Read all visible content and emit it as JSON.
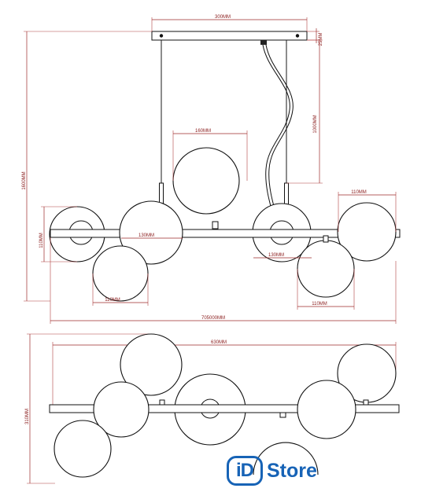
{
  "top_view": {
    "canopy_width": "300MM",
    "canopy_height": "25MM",
    "cable_length": "1000MM",
    "total_height": "1600MM",
    "large_globe_diameter": "160MM",
    "globe_diameter_right_top": "110MM",
    "globe_diameter_left": "110MM",
    "globe_diameter_bottom_left": "110MM",
    "globe_diameter_bottom_right": "110MM",
    "globe_diameter_mid_left": "130MM",
    "globe_diameter_mid_right": "130MM",
    "total_length": "705000MM"
  },
  "bottom_view": {
    "bar_length": "630MM",
    "depth": "310MM"
  },
  "brand": {
    "logo_mark": "iD",
    "logo_word": "Store",
    "color": "#1763b6"
  },
  "colors": {
    "dimension": "#9b2a2a",
    "line": "#111111"
  }
}
